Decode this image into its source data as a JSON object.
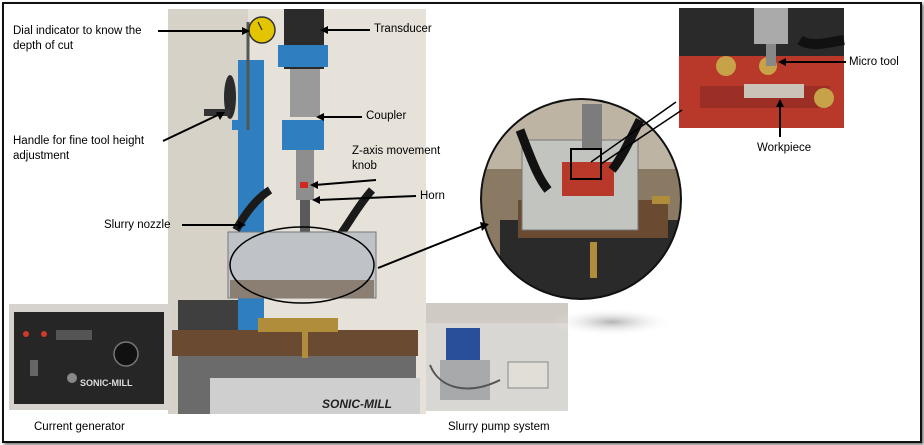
{
  "labels": {
    "dial_indicator": "Dial indicator to know the depth of cut",
    "transducer": "Transducer",
    "coupler": "Coupler",
    "handle": "Handle for fine tool height adjustment",
    "z_axis_knob": "Z-axis movement knob",
    "horn": "Horn",
    "slurry_nozzle": "Slurry nozzle",
    "micro_tool": "Micro tool",
    "workpiece": "Workpiece",
    "current_generator": "Current generator",
    "slurry_pump_system": "Slurry pump system"
  },
  "photo_text": {
    "brand_base": "SONIC-MILL",
    "brand_generator": "SONIC-MILL"
  },
  "colors": {
    "frame": "#111111",
    "column_blue": "#2f7fc0",
    "table_brown": "#6b4a32",
    "fixture_red": "#b8382a",
    "generator_black": "#262626"
  }
}
